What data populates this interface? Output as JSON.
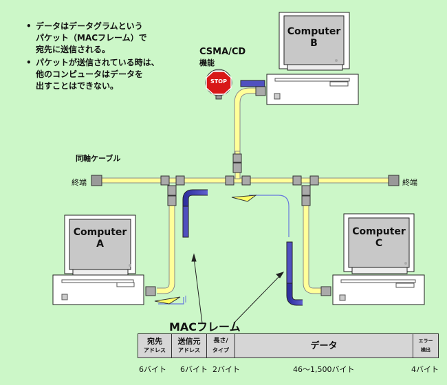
{
  "bullets": [
    "データはデータグラムという\nパケット（MACフレーム）で\n宛先に送信される。",
    "パケットが送信されている時は、\n他のコンピュータはデータを\n出すことはできない。"
  ],
  "computers": {
    "a": {
      "title": "Computer",
      "sub": "A"
    },
    "b": {
      "title": "Computer",
      "sub": "B"
    },
    "c": {
      "title": "Computer",
      "sub": "C"
    }
  },
  "csma": {
    "title": "CSMA/CD",
    "sub": "機能",
    "stop": "STOP"
  },
  "cable_label": "同軸ケーブル",
  "terminator_left": "終端",
  "terminator_right": "終端",
  "frame": {
    "title": "MACフレーム",
    "fields": [
      {
        "label": "宛先",
        "sub": "アドレス",
        "size": "6バイト"
      },
      {
        "label": "送信元",
        "sub": "アドレス",
        "size": "6バイト"
      },
      {
        "label": "長さ/",
        "sub": "タイプ",
        "size": "2バイト"
      },
      {
        "label": "データ",
        "sub": "",
        "size": "46〜1,500バイト"
      },
      {
        "label": "エラー",
        "sub": "検出",
        "size": "4バイト"
      }
    ]
  },
  "colors": {
    "background": "#ccf7c8",
    "cable": "#ffff99",
    "packet": "#4444bb",
    "stop": "#d81818",
    "computer_body": "#ffffff",
    "screen": "#c8c8c8"
  }
}
